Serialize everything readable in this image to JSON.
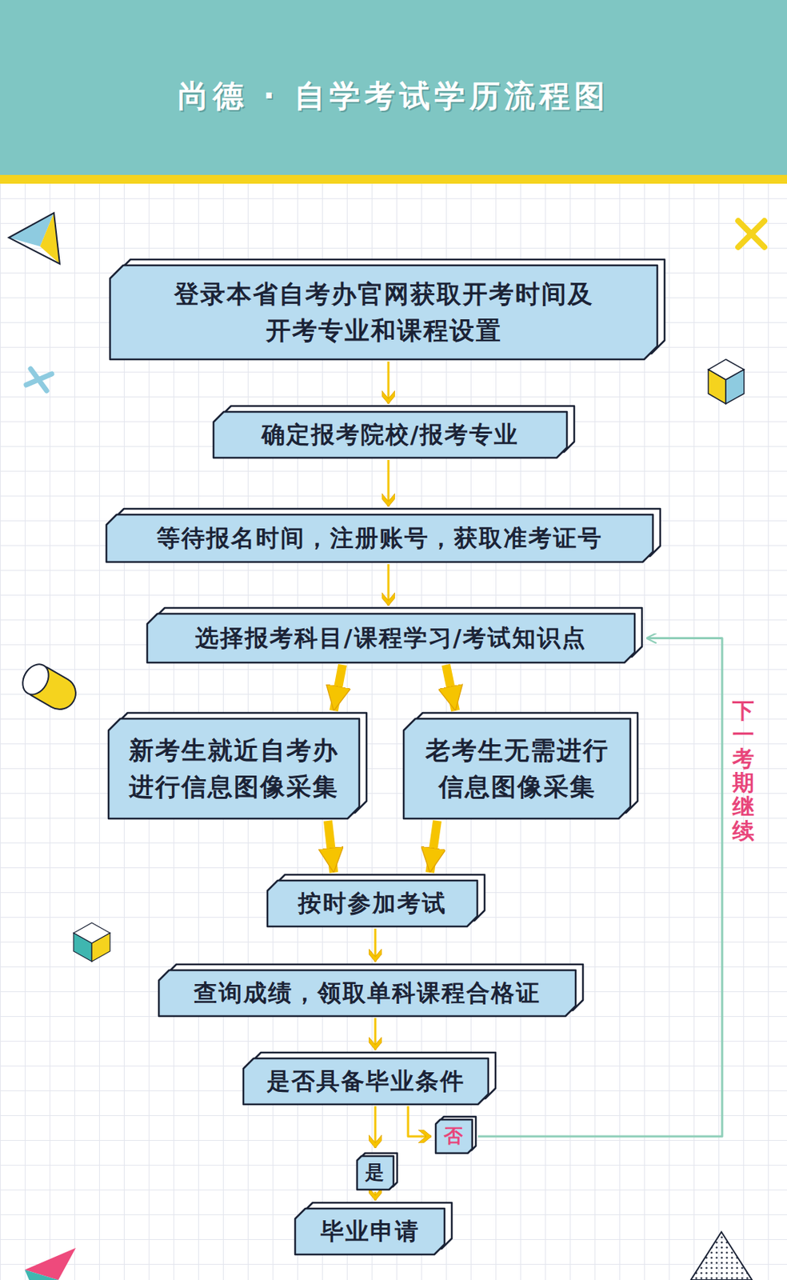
{
  "diagram": {
    "title": "尚德 · 自学考试学历流程图",
    "nodes": [
      {
        "text": [
          "登录本省自考办官网获取开考时间及 开考专业和课程设置"
        ]
      },
      {
        "text": [
          "确定报考院校/报考专业"
        ]
      },
      {
        "text": [
          "等待报名时间，注册账号，获取准考证号"
        ]
      },
      {
        "text": [
          "选择报考科目/课程学习/考试知识点"
        ]
      },
      {
        "text": [
          "新考生就近自考办 进行信息图像采集"
        ]
      },
      {
        "text": [
          "老考生无需进行 信息图像采集"
        ]
      },
      {
        "text": [
          "按时参加考试"
        ]
      },
      {
        "text": [
          "查询成绩，领取单科课程合格证"
        ]
      },
      {
        "text": [
          "是否具备毕业条件"
        ]
      },
      {
        "text": [
          "否"
        ]
      },
      {
        "text": [
          "是"
        ]
      },
      {
        "text": [
          "毕业申请"
        ]
      }
    ],
    "edges": [
      {
        "from": 0,
        "to": 1,
        "arrow": "to"
      },
      {
        "from": 1,
        "to": 2,
        "arrow": "to"
      },
      {
        "from": 2,
        "to": 3,
        "arrow": "to"
      },
      {
        "from": 3,
        "to": 4,
        "arrow": "to"
      },
      {
        "from": 3,
        "to": 5,
        "arrow": "to"
      },
      {
        "from": 4,
        "to": 6,
        "arrow": "to"
      },
      {
        "from": 5,
        "to": 6,
        "arrow": "to"
      },
      {
        "from": 6,
        "to": 7,
        "arrow": "to"
      },
      {
        "from": 7,
        "to": 8,
        "arrow": "to"
      },
      {
        "from": 8,
        "to": 9,
        "arrow": "to"
      },
      {
        "from": 8,
        "to": 10,
        "arrow": "to"
      },
      {
        "from": 10,
        "to": 11,
        "arrow": "to"
      },
      {
        "from": 9,
        "to": 3,
        "label": "下一考期继续",
        "arrow": "to"
      }
    ]
  }
}
